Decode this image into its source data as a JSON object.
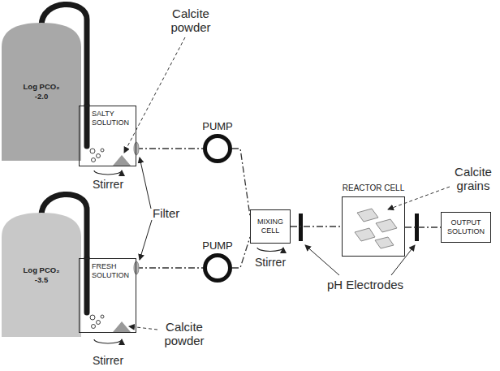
{
  "diagram": {
    "nodes": [
      {
        "text": [
          "Log PCO₂ -2.0"
        ]
      },
      {
        "text": [
          "SALTY SOLUTION"
        ]
      },
      {
        "text": [
          "PUMP"
        ]
      },
      {
        "text": [
          "Log PCO₂ -3.5"
        ]
      },
      {
        "text": [
          "FRESH SOLUTION"
        ]
      },
      {
        "text": [
          "PUMP"
        ]
      },
      {
        "text": [
          "MIXING CELL"
        ]
      },
      {
        "text": [
          "REACTOR CELL"
        ]
      },
      {
        "text": [
          "OUTPUT SOLUTION"
        ]
      }
    ],
    "edges": [
      {
        "from": 0,
        "to": 1,
        "arrow": "none"
      },
      {
        "from": 1,
        "to": 2,
        "arrow": "none"
      },
      {
        "from": 2,
        "to": 6,
        "arrow": "none"
      },
      {
        "from": 3,
        "to": 4,
        "arrow": "none"
      },
      {
        "from": 4,
        "to": 5,
        "arrow": "none"
      },
      {
        "from": 5,
        "to": 6,
        "arrow": "none"
      },
      {
        "from": 6,
        "to": 7,
        "arrow": "none"
      },
      {
        "from": 7,
        "to": 8,
        "arrow": "none"
      }
    ],
    "labels": [
      "Calcite powder",
      "Calcite grains",
      "Stirrer",
      "Filter",
      "Stirrer",
      "pH Electrodes",
      "Calcite powder",
      "Stirrer"
    ]
  }
}
